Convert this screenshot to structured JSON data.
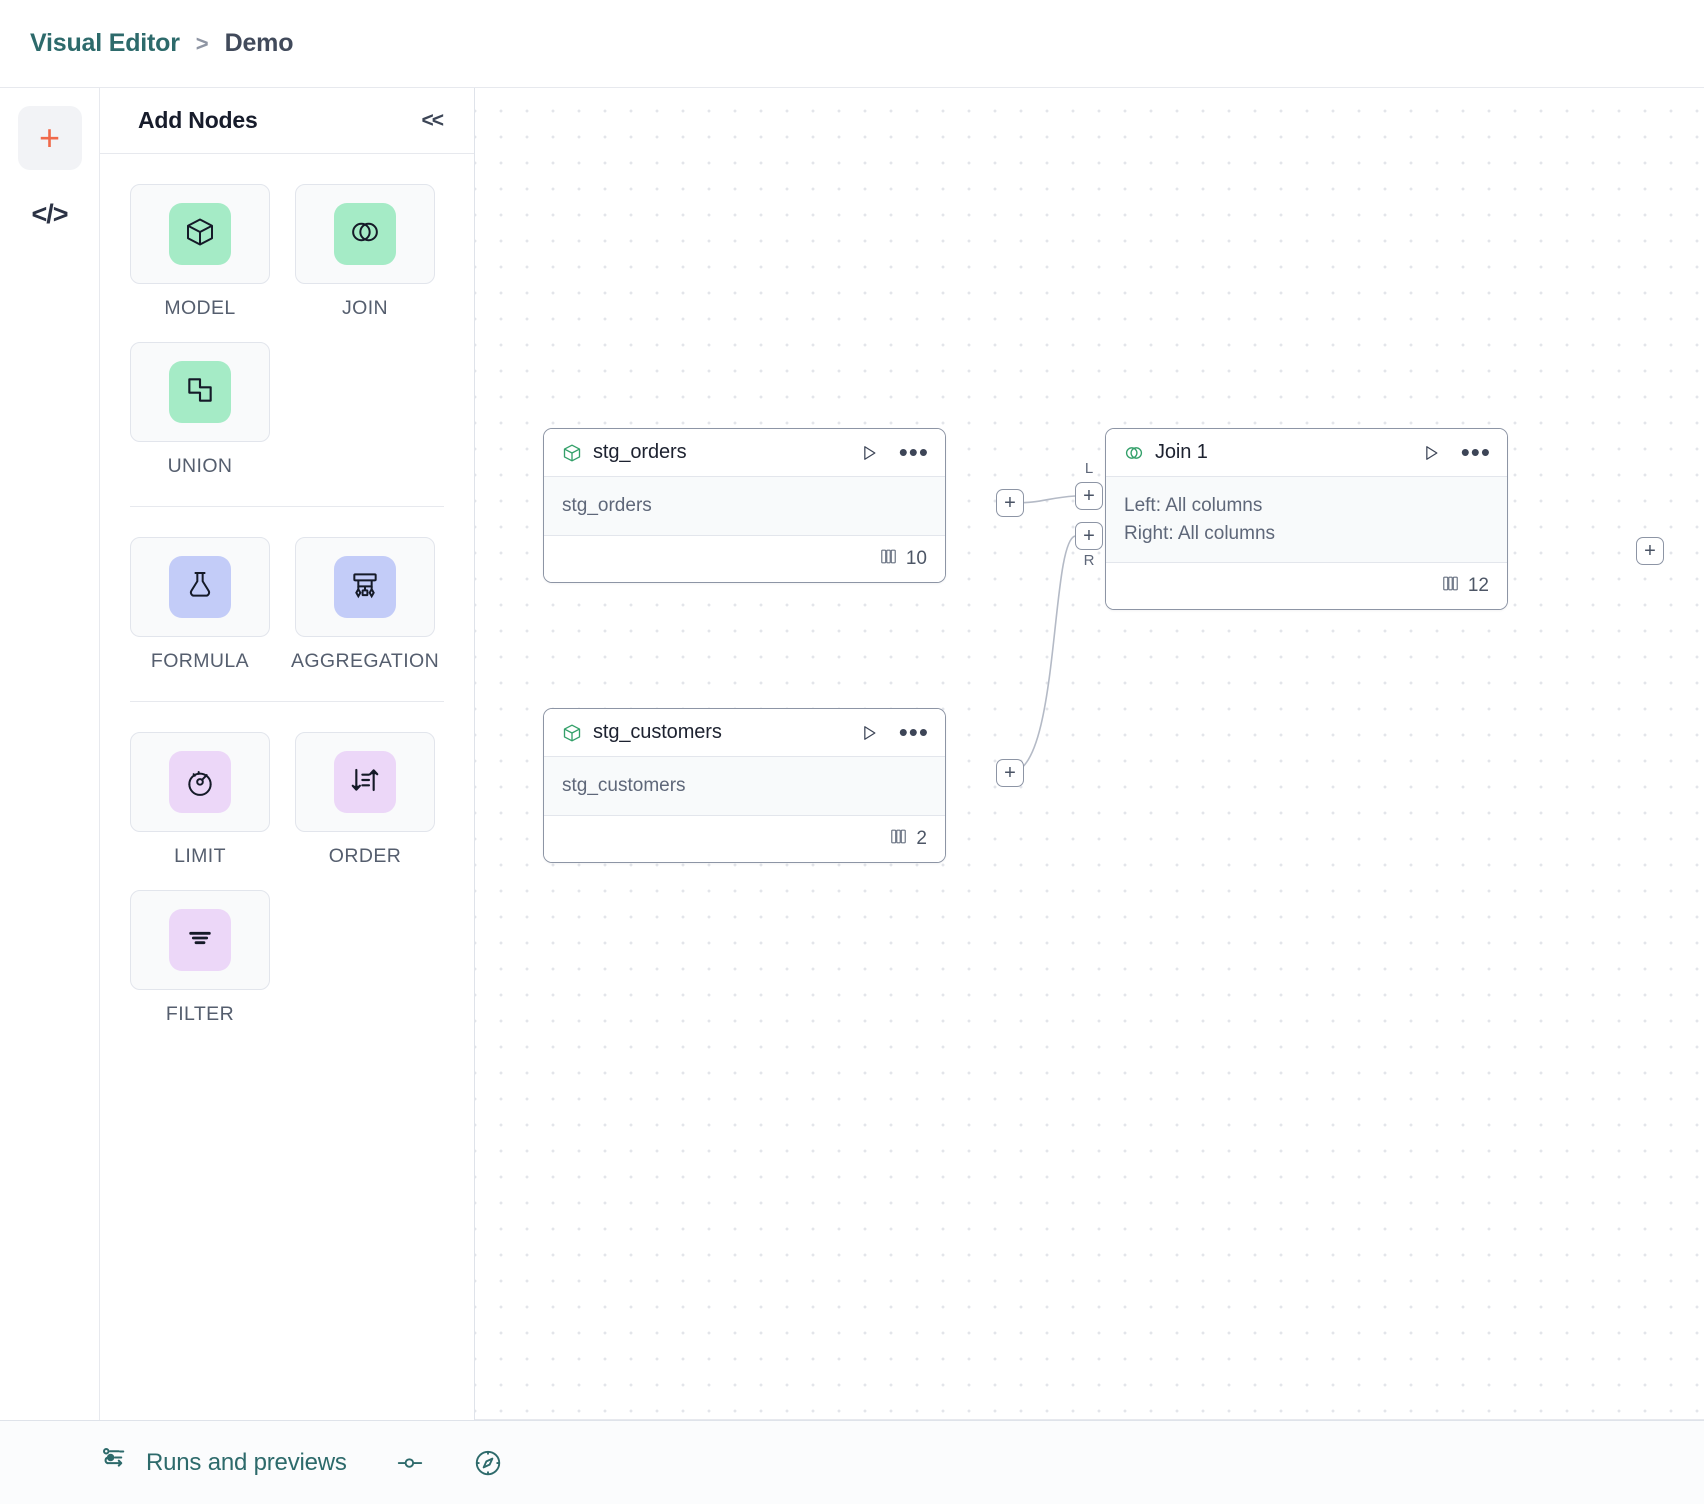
{
  "app": {
    "breadcrumb": {
      "root": "Visual Editor",
      "separator": ">",
      "leaf": "Demo"
    }
  },
  "rail": {
    "items": [
      {
        "name": "add-icon",
        "glyph": "+"
      },
      {
        "name": "code-icon",
        "glyph": "</>"
      }
    ]
  },
  "panel": {
    "title": "Add Nodes",
    "collapse_glyph": "<<",
    "groups": [
      {
        "chip_color": "#a5ebc6",
        "nodes": [
          {
            "label": "MODEL",
            "icon": "cube-icon"
          },
          {
            "label": "JOIN",
            "icon": "venn-icon"
          },
          {
            "label": "UNION",
            "icon": "union-shapes-icon"
          }
        ]
      },
      {
        "chip_color": "#c3ccf8",
        "nodes": [
          {
            "label": "FORMULA",
            "icon": "flask-icon"
          },
          {
            "label": "AGGREGATION",
            "icon": "aggregation-tree-icon"
          }
        ]
      },
      {
        "chip_color": "#ecd7f8",
        "nodes": [
          {
            "label": "LIMIT",
            "icon": "gauge-icon"
          },
          {
            "label": "ORDER",
            "icon": "sort-arrows-icon"
          },
          {
            "label": "FILTER",
            "icon": "filter-lines-icon"
          }
        ]
      }
    ]
  },
  "canvas": {
    "nodes": [
      {
        "id": "stg_orders",
        "type": "model",
        "icon": "cube-icon",
        "title": "stg_orders",
        "body_lines": [
          "stg_orders"
        ],
        "column_count": "10",
        "run_icon": "play-icon",
        "menu_icon": "more-options-icon",
        "columns_icon": "columns-icon"
      },
      {
        "id": "stg_customers",
        "type": "model",
        "icon": "cube-icon",
        "title": "stg_customers",
        "body_lines": [
          "stg_customers"
        ],
        "column_count": "2",
        "run_icon": "play-icon",
        "menu_icon": "more-options-icon",
        "columns_icon": "columns-icon"
      },
      {
        "id": "join_1",
        "type": "join",
        "icon": "venn-icon",
        "title": "Join 1",
        "body_lines": [
          "Left: All columns",
          "Right: All columns"
        ],
        "column_count": "12",
        "run_icon": "play-icon",
        "menu_icon": "more-options-icon",
        "columns_icon": "columns-icon"
      }
    ],
    "handles": {
      "plus": "+",
      "left_tag": "L",
      "right_tag": "R"
    }
  },
  "bottombar": {
    "runs_label": "Runs and previews",
    "runs_icon": "runs-flow-icon",
    "slider_icon": "slider-icon",
    "compass_icon": "compass-icon"
  },
  "colors": {
    "brand_teal": "#2d6a6b",
    "accent_orange": "#f0694a",
    "chip_green": "#a5ebc6",
    "chip_blue": "#c3ccf8",
    "chip_purple": "#ecd7f8",
    "node_border": "#8d95a5"
  }
}
